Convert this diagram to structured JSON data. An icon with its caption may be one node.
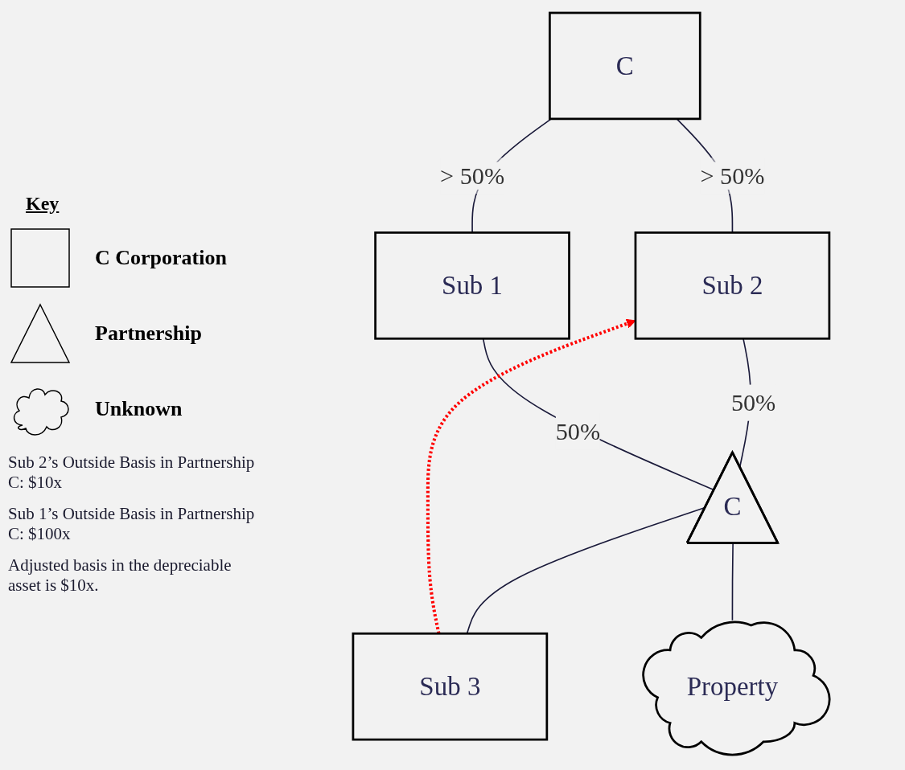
{
  "diagram": {
    "nodes": [
      {
        "text": [
          "C"
        ]
      },
      {
        "text": [
          "Sub 2"
        ]
      },
      {
        "text": [
          "Sub 1"
        ]
      },
      {
        "text": [
          "C"
        ]
      },
      {
        "text": [
          "Sub 3"
        ]
      },
      {
        "text": [
          "Property"
        ]
      }
    ],
    "edges": [
      {
        "from": 0,
        "to": 1,
        "arrow": "none",
        "label": "> 50%"
      },
      {
        "from": 0,
        "to": 2,
        "arrow": "none",
        "label": "> 50%"
      },
      {
        "from": 1,
        "to": 3,
        "arrow": "none",
        "label": "50%"
      },
      {
        "from": 2,
        "to": 3,
        "arrow": "none",
        "label": "50%"
      },
      {
        "from": 3,
        "to": 4,
        "arrow": "none"
      },
      {
        "from": 3,
        "to": 5,
        "arrow": "none"
      },
      {
        "from": 4,
        "to": 1,
        "arrow": "to",
        "style": "dashed",
        "color": "#ff0000"
      }
    ],
    "labels": [
      "Key",
      "Sub 2’s Outside Basis in Partnership C: $10x",
      "Sub 1’s Outside Basis in Partnership C: $100x",
      "Adjusted basis in the depreciable asset is $10x."
    ],
    "legend": [
      {
        "text": "C Corporation"
      },
      {
        "text": "Partnership"
      },
      {
        "text": "Unknown"
      }
    ]
  }
}
